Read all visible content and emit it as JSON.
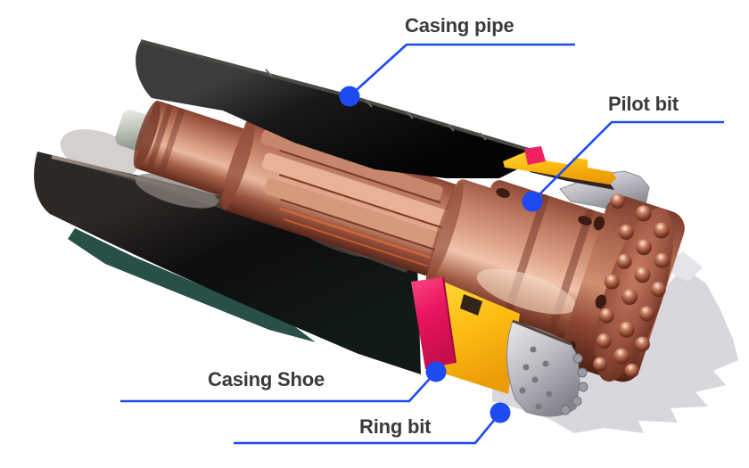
{
  "figure_type": "labeled-component-diagram",
  "annotations": [
    {
      "id": "casing-pipe",
      "label": "Casing pipe"
    },
    {
      "id": "pilot-bit",
      "label": "Pilot bit"
    },
    {
      "id": "casing-shoe",
      "label": "Casing Shoe"
    },
    {
      "id": "ring-bit",
      "label": "Ring bit"
    }
  ],
  "colors": {
    "background": "#ffffff",
    "leader_blue": "#1e4bf1",
    "label_text": "#3a3a3e",
    "copper_body": "#b5705a",
    "copper_highlight": "#eec2aa",
    "casing_pipe_black": "#121212",
    "casing_shoe_yellow": "#ffc913",
    "casing_shoe_magenta": "#ea1560",
    "ring_bit_silver": "#bfbfc6",
    "shadow_gray": "#d9d7dc",
    "shadow_teal": "#1c473f"
  }
}
